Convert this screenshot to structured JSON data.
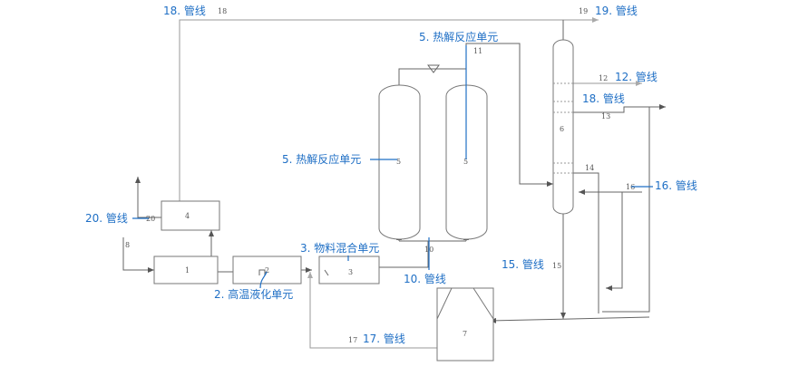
{
  "units": {
    "u1": "1",
    "u2": "2",
    "u3": "3",
    "u4": "4",
    "u5a": "5",
    "u5b": "5",
    "u6": "6",
    "u7": "7"
  },
  "streams": {
    "s8": "8",
    "s10": "10",
    "s11": "11",
    "s12": "12",
    "s13": "13",
    "s14": "14",
    "s15": "15",
    "s16": "16",
    "s17": "17",
    "s18": "18",
    "s19": "19",
    "s20": "20"
  },
  "callouts": {
    "c18_top": "18. 管线",
    "c19": "19. 管线",
    "c5_top": "5. 热解反应单元",
    "c12": "12. 管线",
    "c18_right": "18. 管线",
    "c5_left": "5. 热解反应单元",
    "c16": "16. 管线",
    "c20": "20. 管线",
    "c3": "3. 物料混合单元",
    "c15": "15. 管线",
    "c10": "10. 管线",
    "c2": "2. 高温液化单元",
    "c17": "17. 管线"
  },
  "colors": {
    "callout": "#1f6fc5",
    "line": "#666666"
  }
}
